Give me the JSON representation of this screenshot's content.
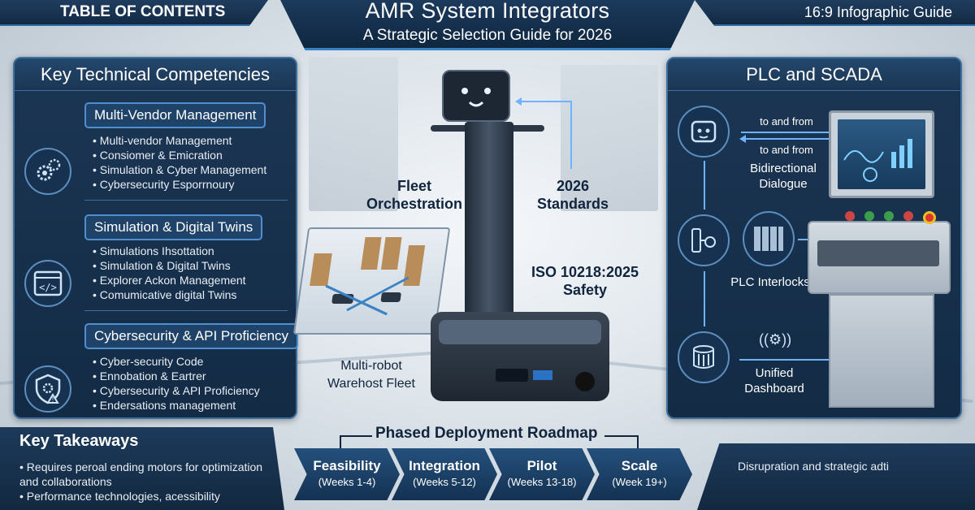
{
  "header": {
    "toc_label": "TABLE OF CONTENTS",
    "title": "AMR System Integrators",
    "subtitle": "A Strategic Selection Guide for 2026",
    "format_label": "16:9 Infographic Guide"
  },
  "left_panel": {
    "title": "Key Technical Competencies",
    "sections": [
      {
        "heading": "Multi-Vendor Management",
        "icon": "gears-icon",
        "items": [
          "Multi-vendor Management",
          "Consiomer & Emicration",
          "Simulation & Cyber Management",
          "Cybersecurity Esporrnoury"
        ]
      },
      {
        "heading": "Simulation & Digital Twins",
        "icon": "code-window-icon",
        "items": [
          "Simulations Ihsottation",
          "Simulation & Digital Twins",
          "Explorer Ackon Management",
          "Comumicative digital Twins"
        ]
      },
      {
        "heading": "Cybersecurity & API Proficiency",
        "icon": "shield-gear-icon",
        "items": [
          "Cyber-security Code",
          "Ennobation & Eartrer",
          "Cybersecurity & API Proficiency",
          "Endersations management"
        ]
      }
    ]
  },
  "center": {
    "fleet_label": "Fleet Orchestration",
    "standards_label": "2026 Standards",
    "iso_label": "ISO 10218:2025 Safety",
    "warehouse_label": "Multi-robot Warehost Fleet"
  },
  "right_panel": {
    "title": "PLC and SCADA",
    "to_from_1": "to and from",
    "to_from_2": "to and from",
    "dialogue_label": "Bidirectional Dialogue",
    "plc_label": "PLC Interlocks",
    "dashboard_label": "Unified Dashboard"
  },
  "takeaways": {
    "title": "Key Takeaways",
    "items": [
      "Requires peroal ending motors for optimization and collaborations",
      "Performance technologies, acessibility"
    ]
  },
  "roadmap": {
    "title": "Phased Deployment Roadmap",
    "phases": [
      {
        "name": "Feasibility",
        "weeks": "(Weeks 1-4)"
      },
      {
        "name": "Integration",
        "weeks": "(Weeks 5-12)"
      },
      {
        "name": "Pilot",
        "weeks": "(Weeks 13-18)"
      },
      {
        "name": "Scale",
        "weeks": "(Week 19+)"
      }
    ]
  },
  "right_strip": {
    "text": "Disrupration and strategic adti"
  },
  "colors": {
    "navy": "#132b45",
    "accent": "#3b82c4",
    "arrow": "#6fb3ff"
  }
}
